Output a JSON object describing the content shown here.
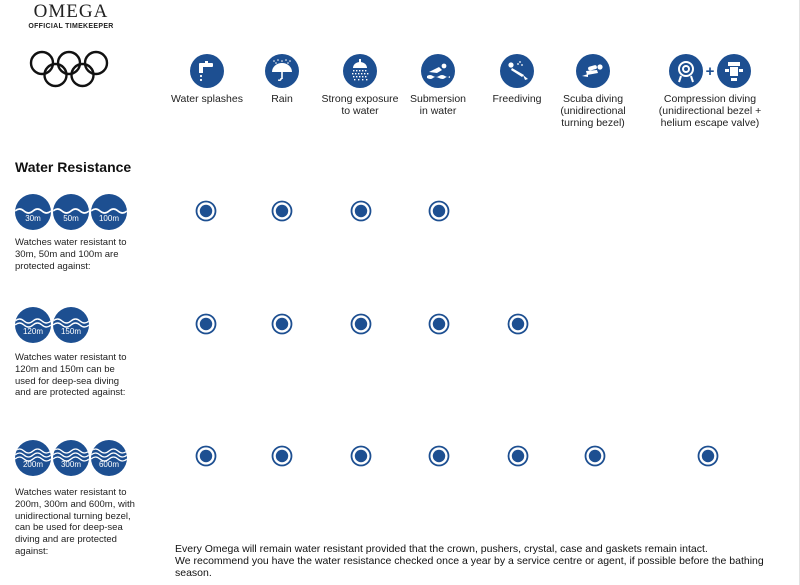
{
  "brand": {
    "name": "OMEGA",
    "subtitle": "OFFICIAL TIMEKEEPER"
  },
  "activities": [
    {
      "icon": "faucet-icon",
      "label": "Water splashes"
    },
    {
      "icon": "umbrella-rain-icon",
      "label": "Rain"
    },
    {
      "icon": "shower-icon",
      "label": "Strong exposure\nto water"
    },
    {
      "icon": "swimmer-icon",
      "label": "Submersion\nin water"
    },
    {
      "icon": "freediver-icon",
      "label": "Freediving"
    },
    {
      "icon": "scuba-diver-icon",
      "label": "Scuba diving\n(unidirectional\nturning bezel)"
    },
    {
      "icon": "diving-helmet-icon",
      "label": "Compression diving\n(unidirectional bezel +\nhelium escape valve)",
      "secondary_icon": "helium-valve-icon",
      "joiner": "+"
    }
  ],
  "section_title": "Water Resistance",
  "rows": [
    {
      "badges": [
        "30m",
        "50m",
        "100m"
      ],
      "description": "Watches water resistant to 30m, 50m and 100m are protected against:",
      "protected": [
        true,
        true,
        true,
        true,
        false,
        false,
        false
      ]
    },
    {
      "badges": [
        "120m",
        "150m"
      ],
      "description": "Watches water resistant to 120m and 150m can be used for deep-sea diving and are protected against:",
      "protected": [
        true,
        true,
        true,
        true,
        true,
        false,
        false
      ]
    },
    {
      "badges": [
        "200m",
        "300m",
        "600m"
      ],
      "description": "Watches water resistant to 200m, 300m and 600m, with unidirectional turning bezel, can be used for deep-sea diving and are protected against:",
      "protected": [
        true,
        true,
        true,
        true,
        true,
        true,
        true
      ]
    }
  ],
  "footer": {
    "line1": "Every Omega will remain water resistant provided that the crown, pushers, crystal, case and gaskets remain intact.",
    "line2": "We recommend you have the water resistance checked once a year by a service centre or agent, if possible before the bathing season."
  },
  "colors": {
    "accent": "#1d4f91",
    "dot_ring": "#1d4f91",
    "text": "#1a1a1a"
  }
}
